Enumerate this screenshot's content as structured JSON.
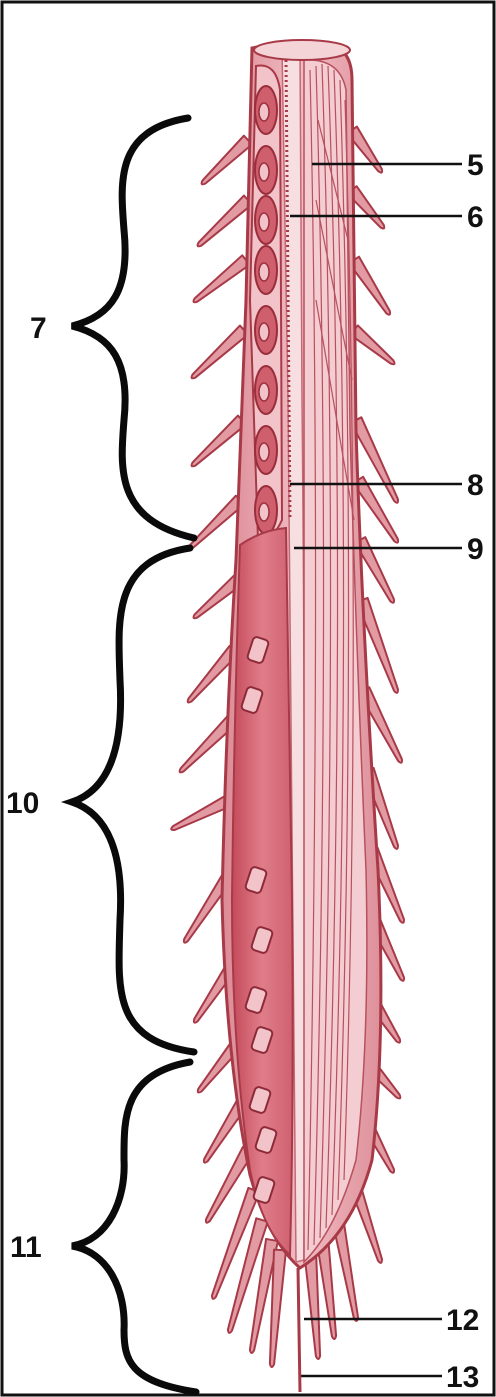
{
  "figure": {
    "labels": {
      "l5": "5",
      "l6": "6",
      "l7": "7",
      "l8": "8",
      "l9": "9",
      "l10": "10",
      "l11": "11",
      "l12": "12",
      "l13": "13"
    }
  },
  "colors": {
    "background": "#ffffff",
    "frame": "#111111",
    "body_fill": "#e9a6ad",
    "body_outline": "#a83a48",
    "inner_pale": "#f7dfe1",
    "muscle_fill": "#f3cdd1",
    "muscle_lines": "#b8505e",
    "gut_segment": "#cf5f6c",
    "gut_core": "#b63a4b",
    "vessel": "#c0505e",
    "cirri_fill": "#e29aa3",
    "leader_lines": "#111111",
    "braces": "#0a0a0a"
  }
}
